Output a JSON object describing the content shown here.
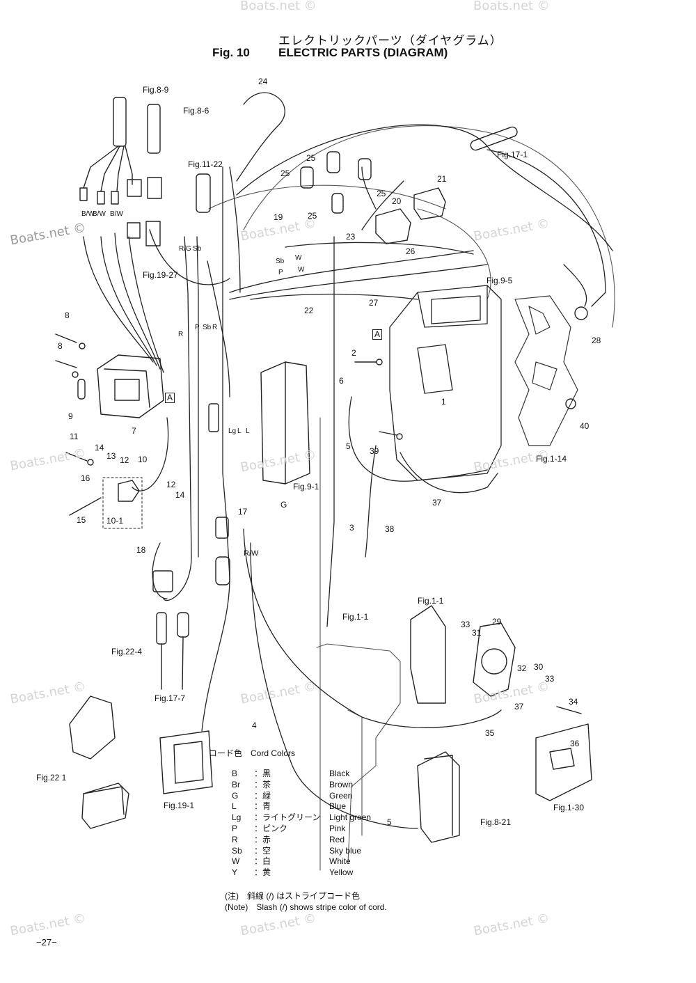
{
  "title": {
    "jp": "エレクトリックパーツ（ダイヤグラム）",
    "fig": "Fig. 10",
    "en": "ELECTRIC PARTS (DIAGRAM)"
  },
  "watermark": "Boats.net ©",
  "refs": {
    "fig8_9": "Fig.8-9",
    "fig8_6": "Fig.8-6",
    "fig11_22": "Fig.11-22",
    "fig17_1": "Fig.17-1",
    "fig19_27": "Fig.19-27",
    "fig9_5": "Fig.9-5",
    "fig9_1": "Fig.9-1",
    "fig1_14": "Fig.1-14",
    "fig1_1a": "Fig.1-1",
    "fig1_1b": "Fig.1-1",
    "fig22_4": "Fig.22-4",
    "fig17_7": "Fig.17-7",
    "fig22_1": "Fig.22 1",
    "fig19_1": "Fig.19-1",
    "fig8_21": "Fig.8-21",
    "fig1_30": "Fig.1-30",
    "a1": "A",
    "a2": "A"
  },
  "wire_labels": {
    "bw1": "B/W",
    "bw2": "B/W",
    "bw3": "B/W",
    "rg": "R/G",
    "sb1": "Sb",
    "r1": "R",
    "sb2": "Sb",
    "p1": "P",
    "w1": "W",
    "w2": "W",
    "p2": "P",
    "sb3": "Sb",
    "r2": "R",
    "r3": "R",
    "lg": "Lg",
    "l1": "L",
    "l2": "L",
    "g": "G",
    "rw": "R/W"
  },
  "parts": {
    "n1": "1",
    "n2": "2",
    "n3": "3",
    "n4": "4",
    "n5a": "5",
    "n5b": "5",
    "n6": "6",
    "n7": "7",
    "n8a": "8",
    "n8b": "8",
    "n9": "9",
    "n10": "10",
    "n10_1": "10-1",
    "n11": "11",
    "n12a": "12",
    "n12b": "12",
    "n13": "13",
    "n14a": "14",
    "n14b": "14",
    "n15": "15",
    "n16": "16",
    "n17": "17",
    "n18": "18",
    "n19": "19",
    "n20": "20",
    "n21": "21",
    "n22": "22",
    "n23": "23",
    "n24": "24",
    "n25a": "25",
    "n25b": "25",
    "n25c": "25",
    "n25d": "25",
    "n26": "26",
    "n27": "27",
    "n28": "28",
    "n29": "29",
    "n30": "30",
    "n31": "31",
    "n32": "32",
    "n33a": "33",
    "n33b": "33",
    "n34": "34",
    "n35": "35",
    "n36": "36",
    "n37a": "37",
    "n37b": "37",
    "n38": "38",
    "n39": "39",
    "n40": "40"
  },
  "cord_colors": {
    "heading": "コード色　Cord Colors",
    "rows": [
      {
        "code": "B",
        "jp": "：黒",
        "en": "Black"
      },
      {
        "code": "Br",
        "jp": "：茶",
        "en": "Brown"
      },
      {
        "code": "G",
        "jp": "：緑",
        "en": "Green"
      },
      {
        "code": "L",
        "jp": "：青",
        "en": "Blue"
      },
      {
        "code": "Lg",
        "jp": "：ライトグリーン",
        "en": "Light green"
      },
      {
        "code": "P",
        "jp": "：ピンク",
        "en": "Pink"
      },
      {
        "code": "R",
        "jp": "：赤",
        "en": "Red"
      },
      {
        "code": "Sb",
        "jp": "：空",
        "en": "Sky blue"
      },
      {
        "code": "W",
        "jp": "：白",
        "en": "White"
      },
      {
        "code": "Y",
        "jp": "：黄",
        "en": "Yellow"
      }
    ]
  },
  "note": {
    "jp": "(注)　斜線 (/) はストライプコード色",
    "en": "(Note)　Slash (/) shows stripe color of cord."
  },
  "page_number": "−27−"
}
